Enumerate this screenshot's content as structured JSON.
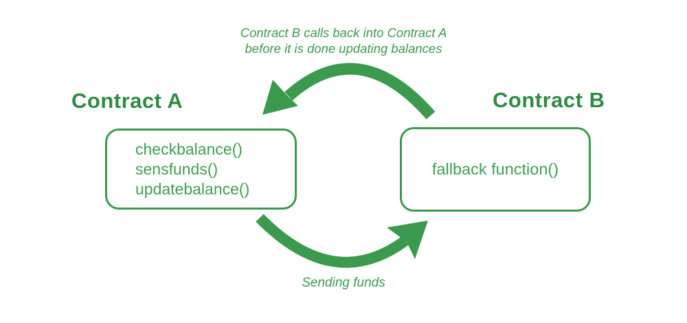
{
  "colors": {
    "background": "#ffffff",
    "arrow_green": "#3b9a4e",
    "heading_green": "#2e8b45",
    "box_green": "#3f9e53"
  },
  "top_note": {
    "line1": "Contract B calls back into Contract A",
    "line2": "before it is done updating balances"
  },
  "contract_a": {
    "title": "Contract A",
    "functions": [
      "checkbalance()",
      "sensfunds()",
      "updatebalance()"
    ]
  },
  "contract_b": {
    "title": "Contract B",
    "functions": [
      "fallback function()"
    ]
  },
  "bottom_note": {
    "label": "Sending funds"
  }
}
